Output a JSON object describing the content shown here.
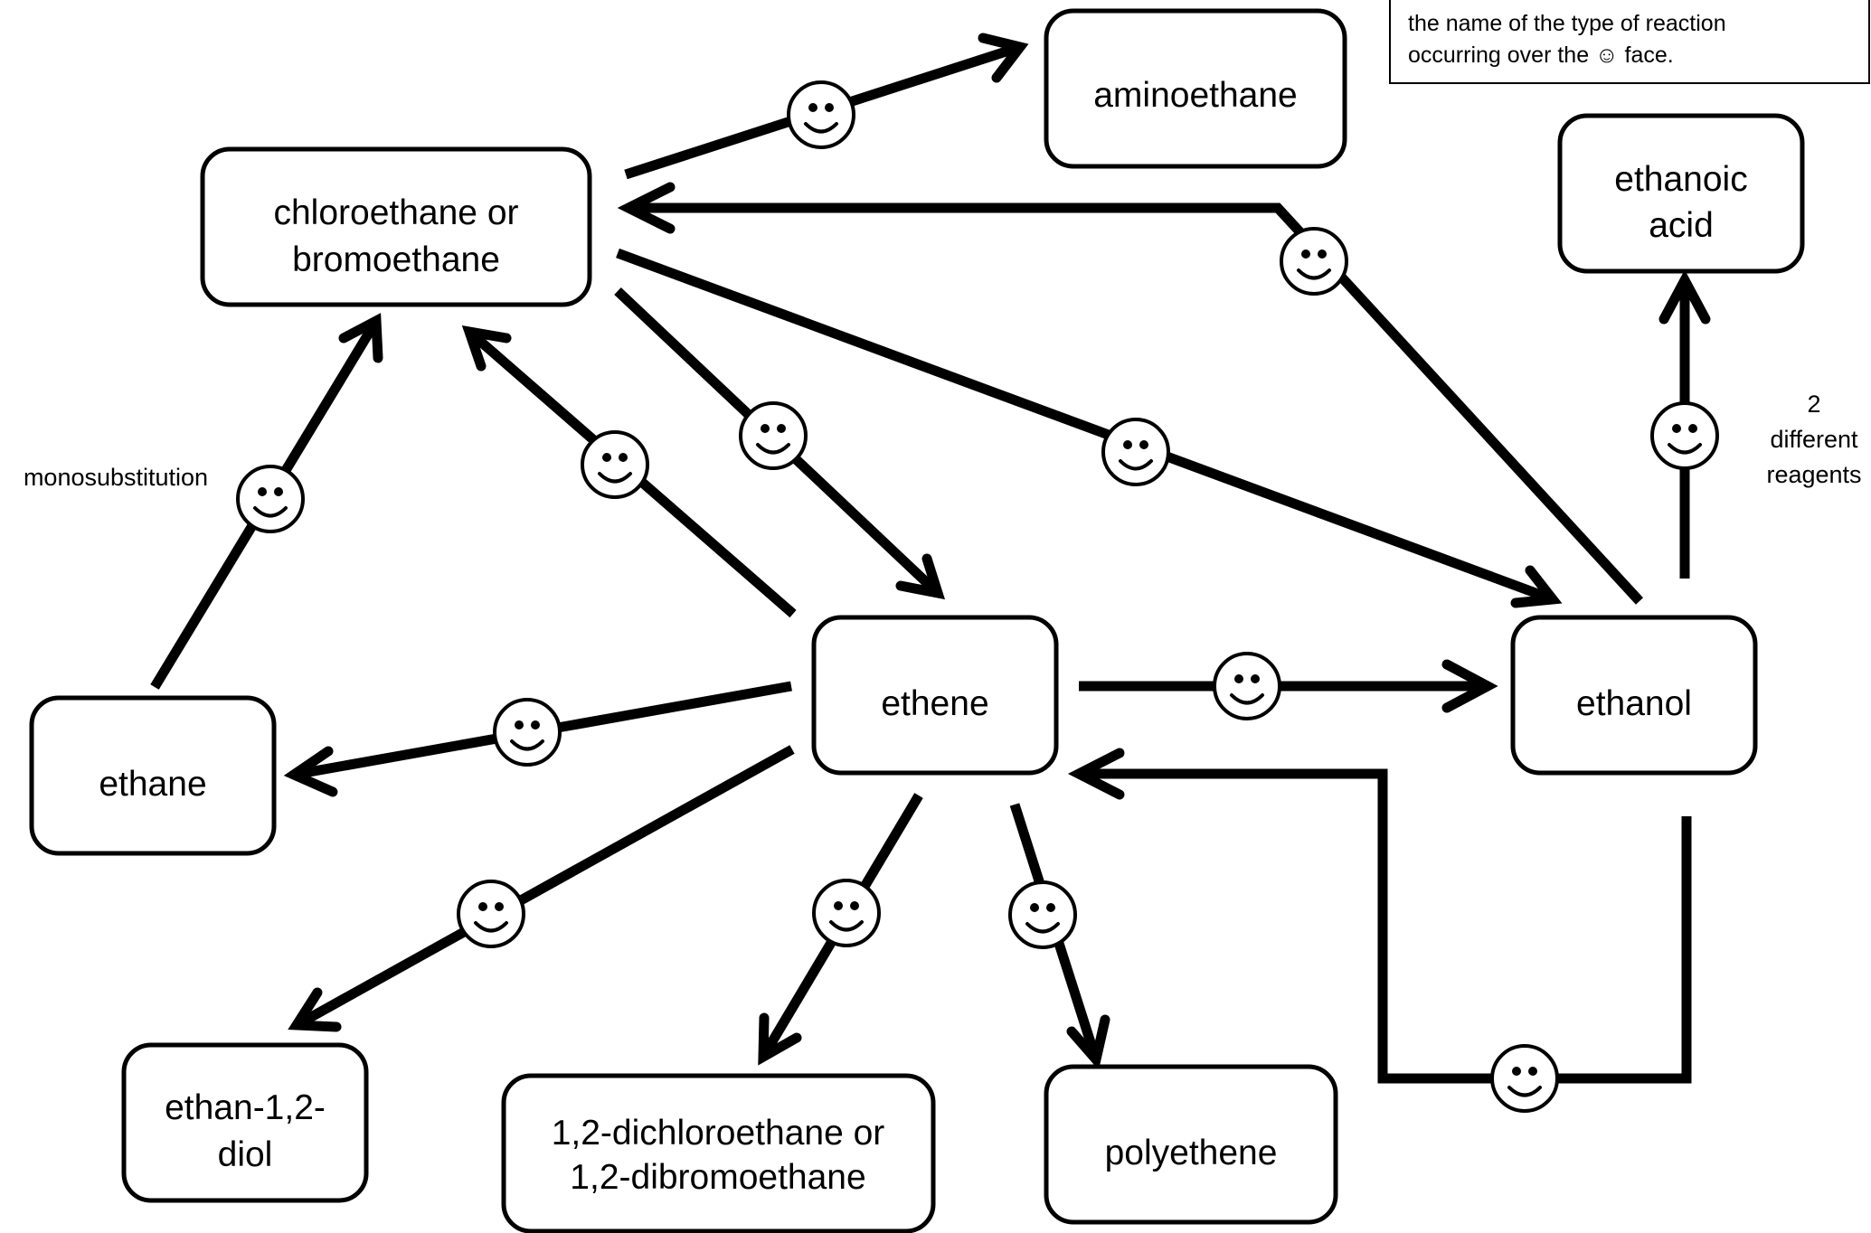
{
  "nodes": {
    "aminoethane": [
      "aminoethane"
    ],
    "haloethane": [
      "chloroethane or",
      "bromoethane"
    ],
    "ethanoic_acid": [
      "ethanoic",
      "acid"
    ],
    "ethene": [
      "ethene"
    ],
    "ethanol": [
      "ethanol"
    ],
    "ethane": [
      "ethane"
    ],
    "diol": [
      "ethan-1,2-",
      "diol"
    ],
    "dihalo": [
      "1,2-dichloroethane or",
      "1,2-dibromoethane"
    ],
    "polyethene": [
      "polyethene"
    ]
  },
  "labels": {
    "monosubstitution": "monosubstitution",
    "two_reagents": [
      "2",
      "different",
      "reagents"
    ]
  },
  "instruction_box": {
    "lines": [
      "the name of the type of reaction",
      "occurring over the ☺ face."
    ]
  },
  "colors": {
    "line": "#000000",
    "background": "#ffffff"
  }
}
